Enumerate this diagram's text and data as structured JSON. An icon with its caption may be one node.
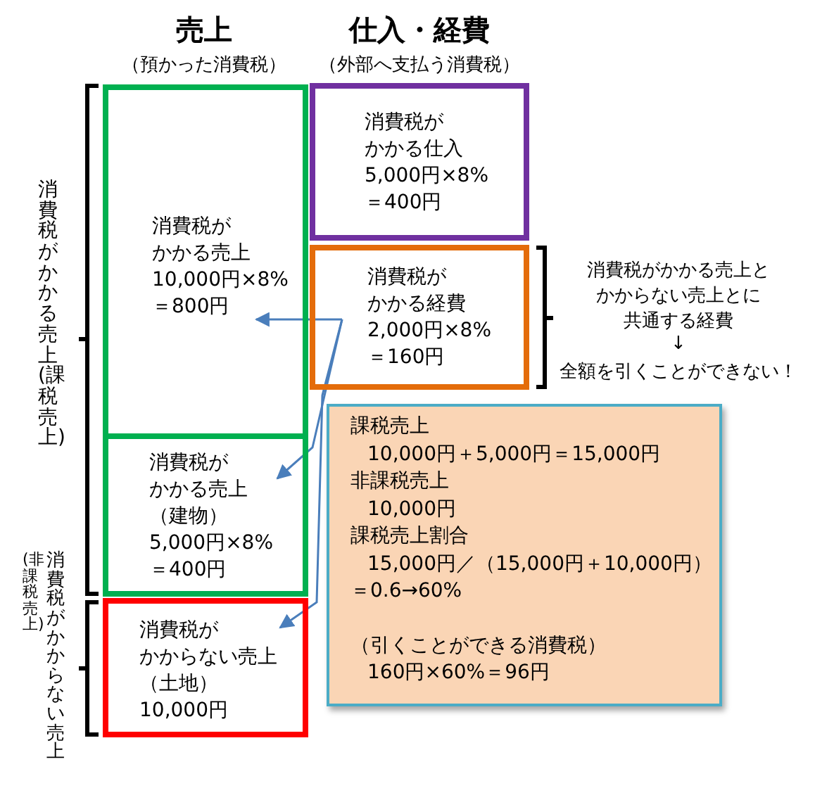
{
  "diagram": {
    "nodes": [
      {
        "text": [
          "消費税が",
          "かかる売上",
          "10,000円×8%",
          "＝800円"
        ]
      },
      {
        "text": [
          "消費税が",
          "かかる売上",
          "（建物）",
          "5,000円×8%",
          "＝400円"
        ]
      },
      {
        "text": [
          "消費税が",
          "かからない売上",
          "（土地）",
          "10,000円"
        ]
      },
      {
        "text": [
          "消費税が",
          "かかる仕入",
          "5,000円×8%",
          "＝400円"
        ]
      },
      {
        "text": [
          "消費税が",
          "かかる経費",
          "2,000円×8%",
          "＝160円"
        ]
      },
      {
        "text": [
          "課税売上",
          "10,000円＋5,000円＝15,000円",
          "非課税売上",
          "10,000円",
          "課税売上割合",
          "15,000円／（15,000円＋10,000円）",
          "＝0.6→60%",
          "（引くことができる消費税）",
          "160円×60%＝96円"
        ]
      }
    ],
    "edges": [
      {
        "from": 4,
        "to": 0,
        "arrow": "to"
      },
      {
        "from": 4,
        "to": 1,
        "arrow": "to"
      },
      {
        "from": 4,
        "to": 2,
        "arrow": "to"
      }
    ],
    "labels": [
      "売上",
      "（預かった消費税）",
      "仕入・経費",
      "（外部へ支払う消費税）",
      "消費税がかかる売上と",
      "かからない売上とに",
      "共通する経費",
      "↓",
      "全額を引くことができない！",
      "消費税がかかる売上(課税売上)",
      "(非課税売上)",
      "消費税がかからない売上"
    ]
  }
}
